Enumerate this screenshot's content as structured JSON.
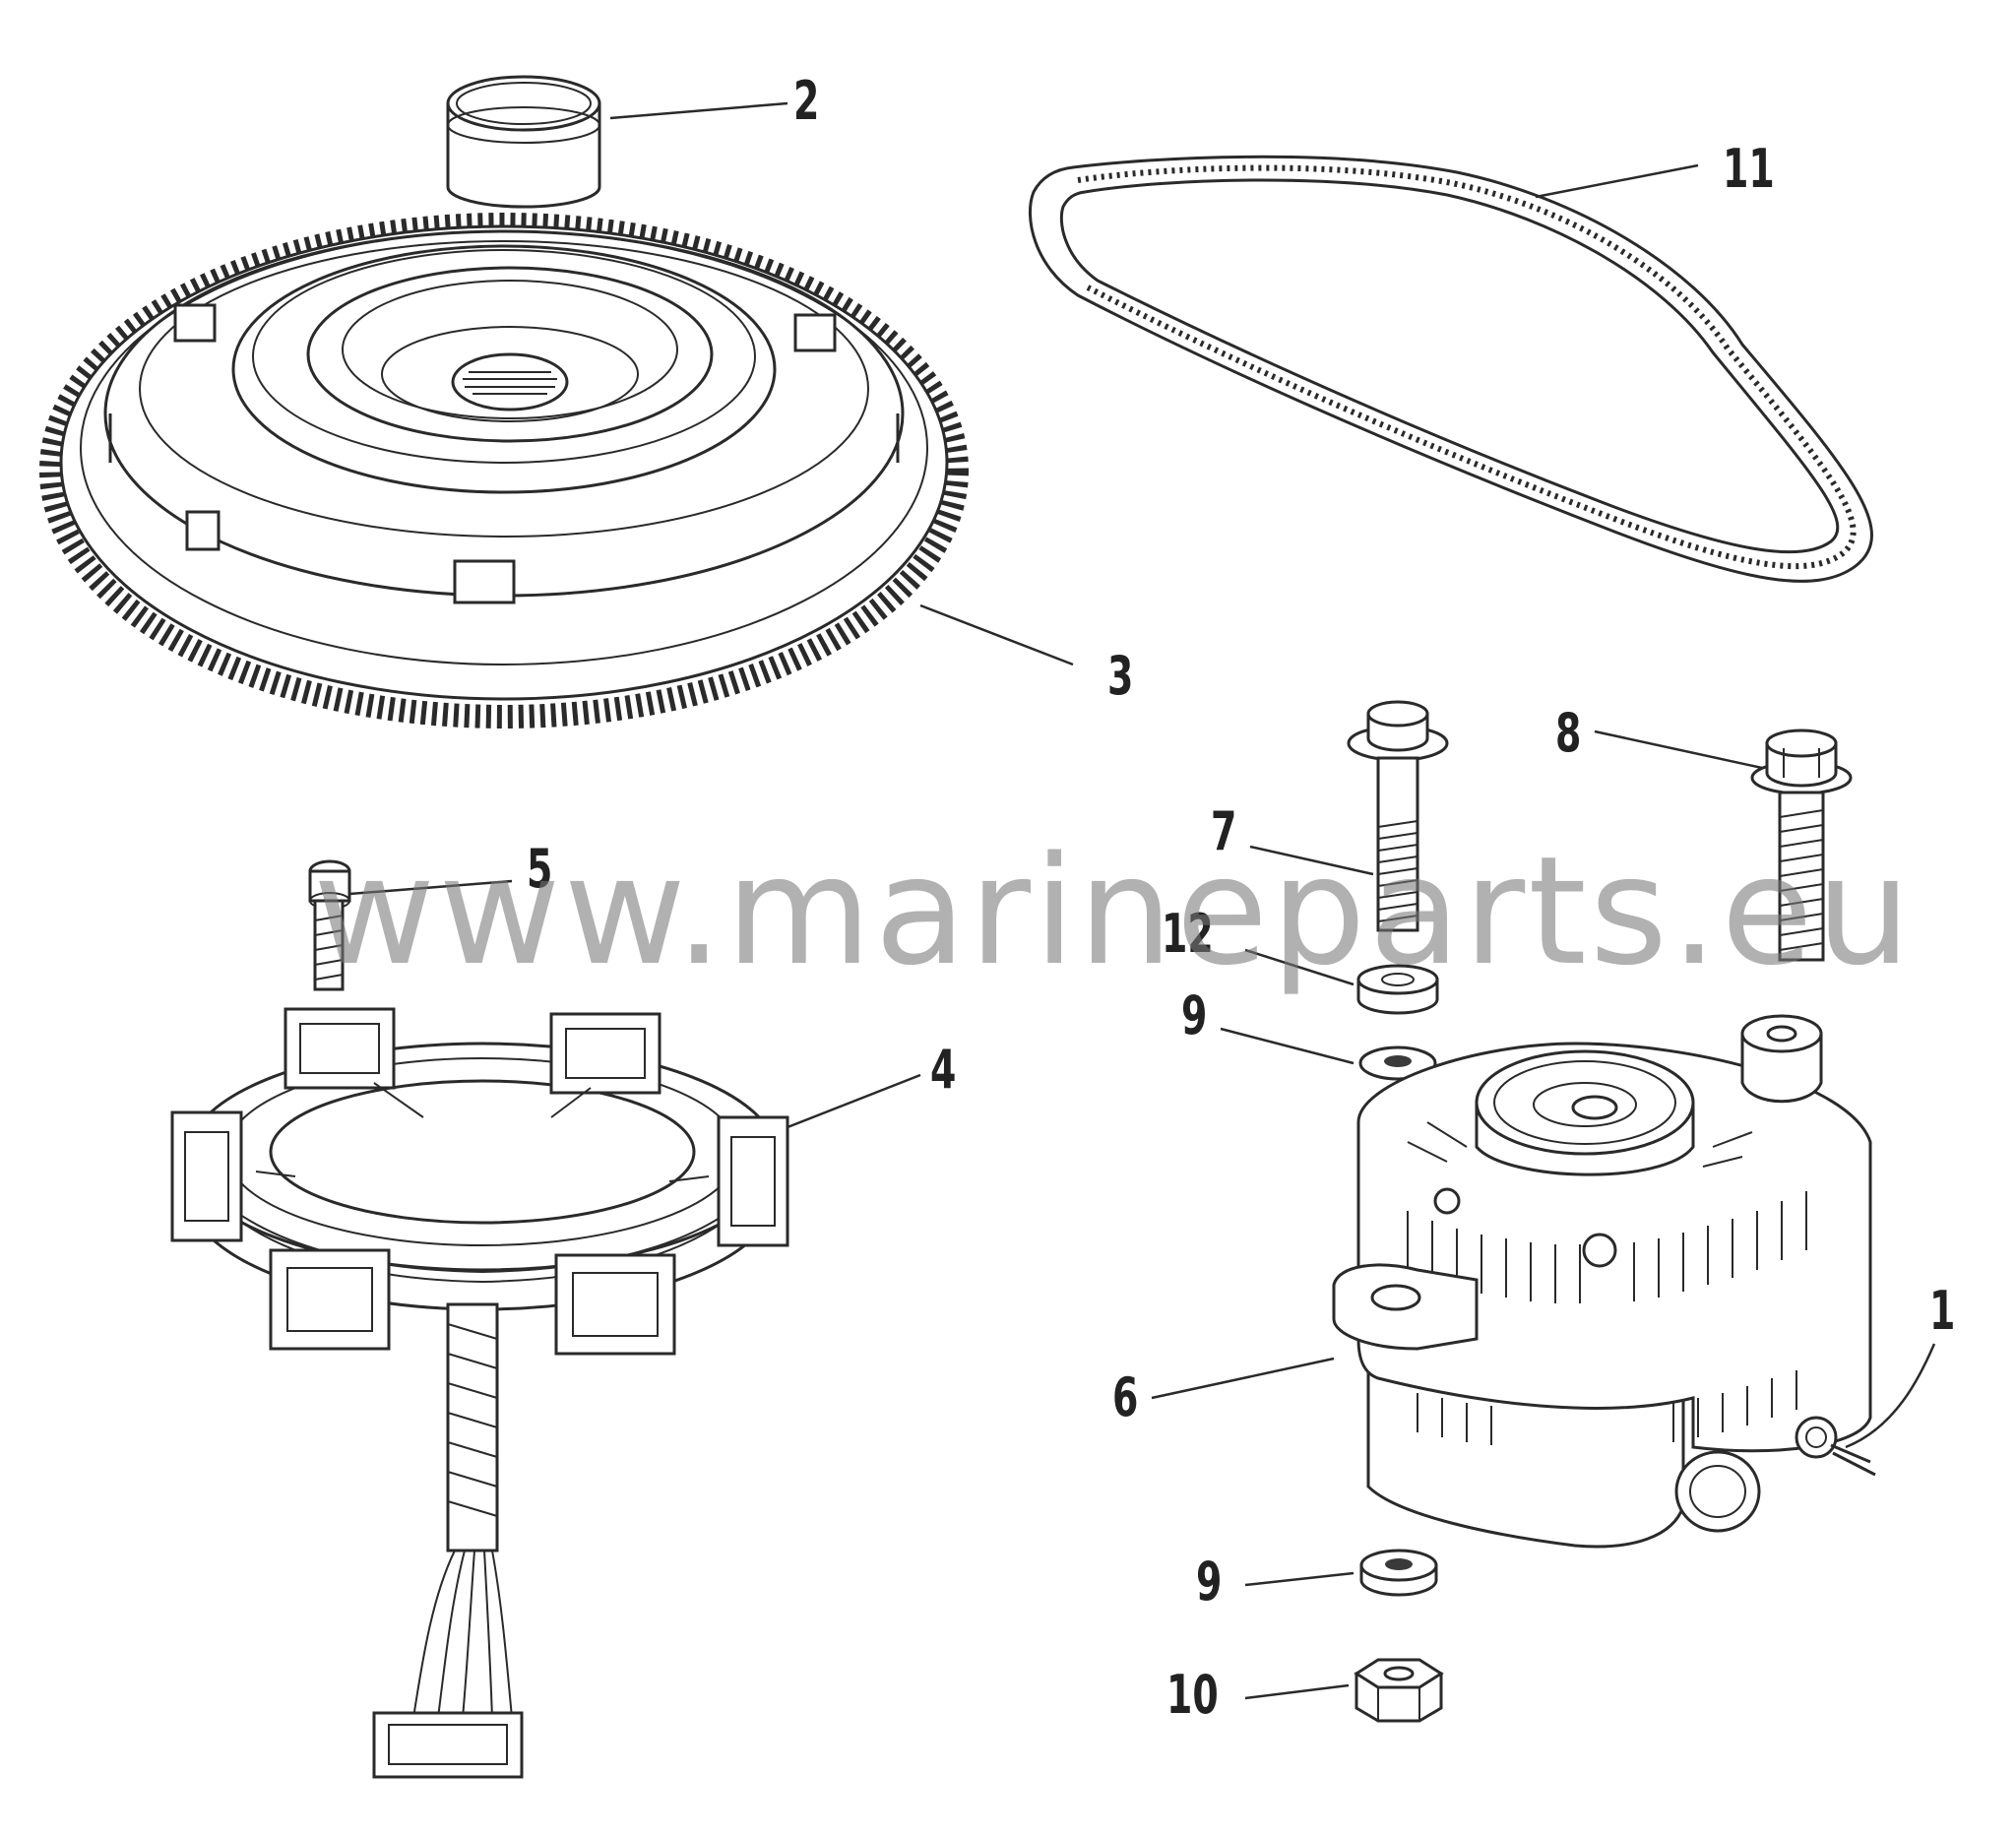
{
  "diagram": {
    "watermark": "www.marineparts.eu",
    "callouts": [
      {
        "id": "1",
        "label": "1",
        "part": "small-terminal-connector"
      },
      {
        "id": "2",
        "label": "2",
        "part": "bushing-sleeve"
      },
      {
        "id": "3",
        "label": "3",
        "part": "flywheel"
      },
      {
        "id": "4",
        "label": "4",
        "part": "stator"
      },
      {
        "id": "5",
        "label": "5",
        "part": "stator-screw"
      },
      {
        "id": "6",
        "label": "6",
        "part": "alternator"
      },
      {
        "id": "7",
        "label": "7",
        "part": "flange-bolt"
      },
      {
        "id": "8",
        "label": "8",
        "part": "hex-bolt"
      },
      {
        "id": "9a",
        "label": "9",
        "part": "washer-upper"
      },
      {
        "id": "9b",
        "label": "9",
        "part": "washer-lower"
      },
      {
        "id": "10",
        "label": "10",
        "part": "hex-nut"
      },
      {
        "id": "11",
        "label": "11",
        "part": "drive-belt"
      },
      {
        "id": "12",
        "label": "12",
        "part": "spacer"
      }
    ]
  }
}
